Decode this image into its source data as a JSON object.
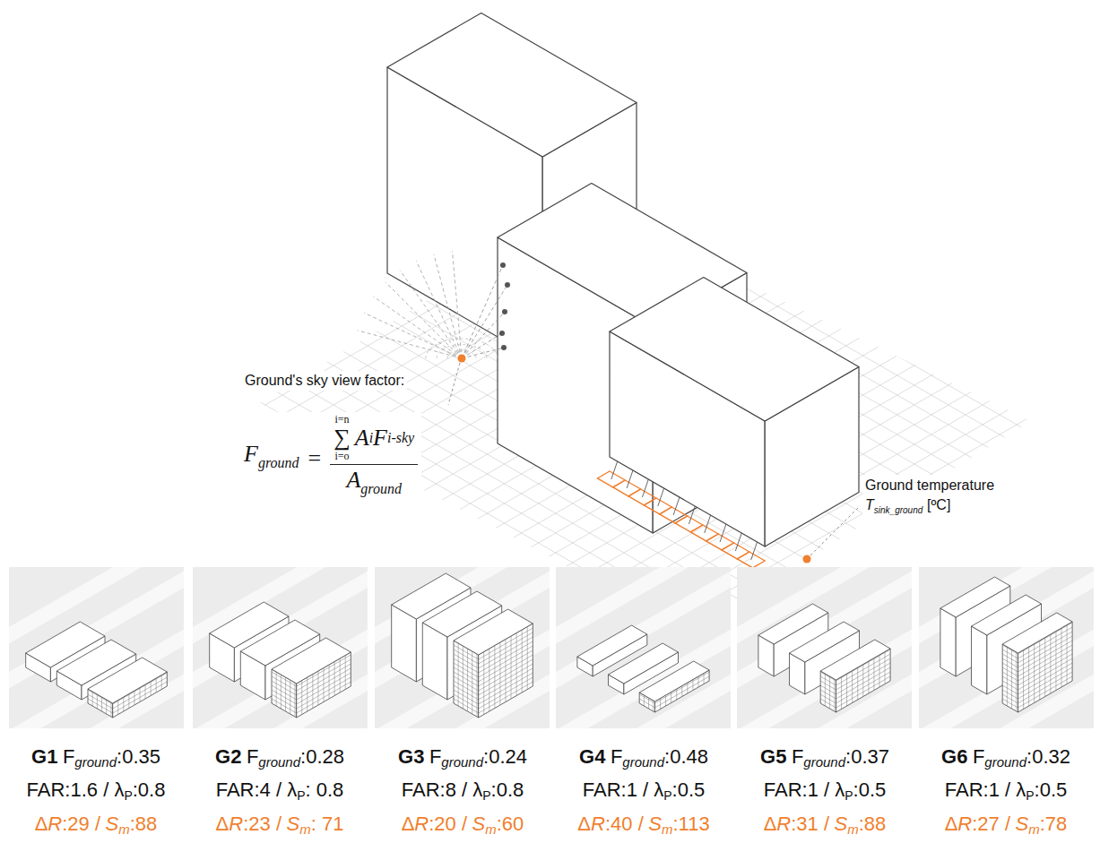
{
  "diagram": {
    "labels": [
      "Ground's sky view factor:",
      "F",
      "ground",
      "=",
      "i=n",
      "∑",
      "i=o",
      "A",
      "i",
      "F",
      "i-sky",
      "A",
      "ground",
      "Ground temperature",
      "T",
      "sink_ground",
      "[ºC]",
      "G1",
      "F",
      "ground",
      ":0.35",
      "FAR:1.6 / λ",
      "P",
      ":0.8",
      "Δ",
      "R",
      ":29 /",
      "S",
      "m",
      ":88",
      "G2",
      "F",
      "ground",
      ":0.28",
      "FAR:4 / λ",
      "P",
      ": 0.8",
      "Δ",
      "R",
      ":23 /",
      "S",
      "m",
      ": 71",
      "G3",
      "F",
      "ground",
      ":0.24",
      "FAR:8 / λ",
      "P",
      ":0.8",
      "Δ",
      "R",
      ":20 /",
      "S",
      "m",
      ":60",
      "G4",
      "F",
      "ground",
      ":0.48",
      "FAR:1 / λ",
      "P",
      ":0.5",
      "Δ",
      "R",
      ":40 /",
      "S",
      "m",
      ":113",
      "G5",
      "F",
      "ground",
      ":0.37",
      "FAR:1 / λ",
      "P",
      ":0.5",
      "Δ",
      "R",
      ":31 /",
      "S",
      "m",
      ":88",
      "G6",
      "F",
      "ground",
      ":0.32",
      "FAR:1 / λ",
      "P",
      ":0.5",
      "Δ",
      "R",
      ":27 /",
      "S",
      "m",
      ":78"
    ]
  }
}
